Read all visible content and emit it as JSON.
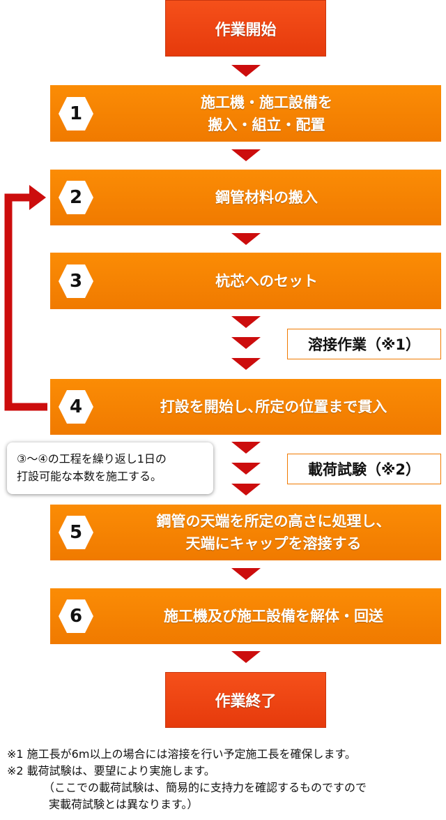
{
  "start": "作業開始",
  "end": "作業終了",
  "steps": [
    {
      "num": "1",
      "line1": "施工機・施工設備を",
      "line2": "搬入・組立・配置"
    },
    {
      "num": "2",
      "line1": "鋼管材料の搬入",
      "line2": ""
    },
    {
      "num": "3",
      "line1": "杭芯へのセット",
      "line2": ""
    },
    {
      "num": "4",
      "line1": "打設を開始し､所定の位置まで貫入",
      "line2": ""
    },
    {
      "num": "5",
      "line1": "鋼管の天端を所定の高さに処理し、",
      "line2": "天端にキャップを溶接する"
    },
    {
      "num": "6",
      "line1": "施工機及び施工設備を解体・回送",
      "line2": ""
    }
  ],
  "notes": {
    "welding": "溶接作業（※1）",
    "load_test": "載荷試験（※2）"
  },
  "callout": {
    "line1": "③〜④の工程を繰り返し1日の",
    "line2": "打設可能な本数を施工する。"
  },
  "footnotes": {
    "n1": "※1 施工長が6m以上の場合には溶接を行い予定施工長を確保します。",
    "n2": "※2 載荷試験は、要望により実施します。",
    "n3": "（ここでの載荷試験は、簡易的に支持力を確認するものですので",
    "n4": "実載荷試験とは異なります。）"
  },
  "colors": {
    "step": "#f07a00",
    "terminal": "#e63a0c",
    "arrow": "#cc0d0d"
  }
}
